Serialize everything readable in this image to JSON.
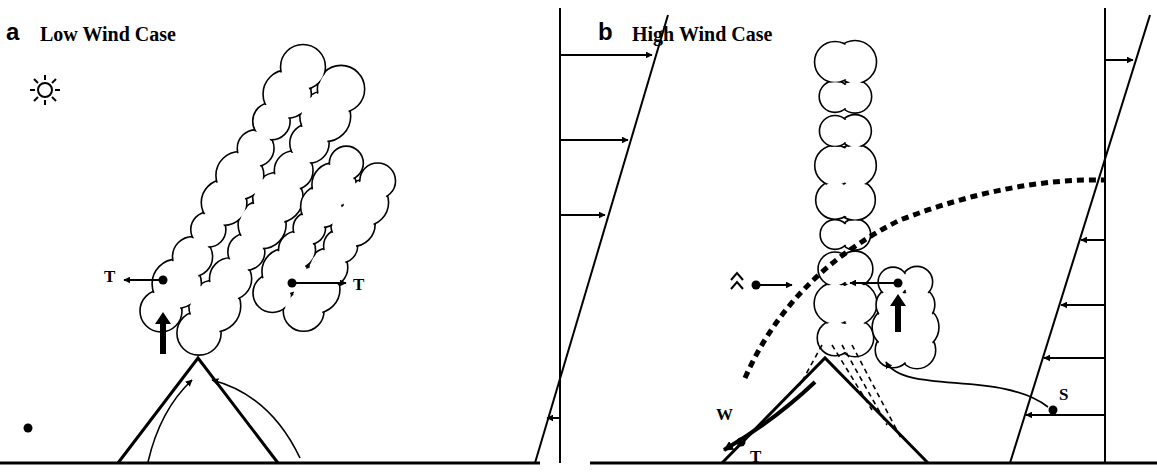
{
  "diagram": {
    "labels": [
      "a",
      "Low Wind Case",
      "b",
      "High Wind Case",
      "T",
      "T",
      "W",
      "T",
      "S"
    ]
  }
}
